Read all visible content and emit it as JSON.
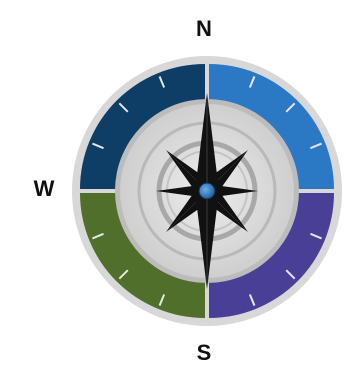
{
  "compass": {
    "north": "N",
    "south": "S",
    "west": "W",
    "east": ""
  },
  "colors": {
    "quadrant_ne": "#2b78c4",
    "quadrant_nw": "#0e3d66",
    "quadrant_sw": "#4f6f2a",
    "quadrant_se": "#4a3f96",
    "outer_ring": "#d9d9d9",
    "inner_face": "#d6d6d6",
    "needle": "#111111",
    "center_dot": "#2b78c4"
  }
}
